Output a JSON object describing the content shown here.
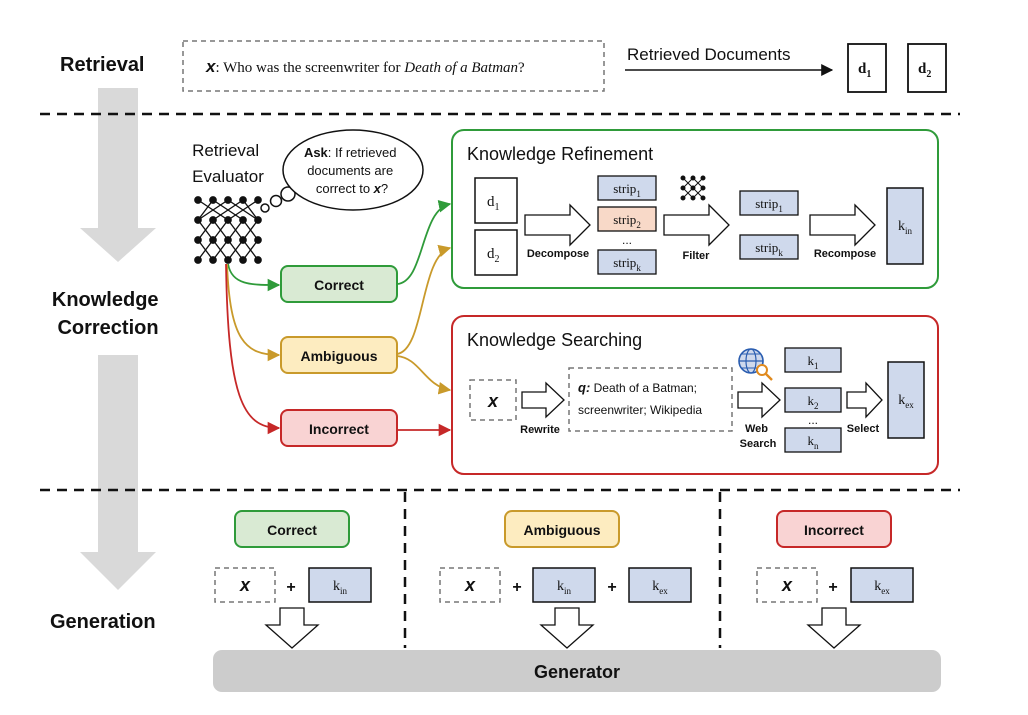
{
  "sections": {
    "retrieval": "Retrieval",
    "knowledge_correction_line1": "Knowledge",
    "knowledge_correction_line2": "Correction",
    "generation": "Generation"
  },
  "query": {
    "var": "x",
    "prefix": ": Who was the screenwriter for ",
    "title": "Death of a Batman",
    "suffix": "?"
  },
  "retrieved_label": "Retrieved Documents",
  "doc_base": "d",
  "doc_subs": [
    "1",
    "2"
  ],
  "evaluator": {
    "line1": "Retrieval",
    "line2": "Evaluator",
    "thought_ask": "Ask",
    "thought_l1": ": If retrieved",
    "thought_l2": "documents are",
    "thought_l3": "correct to ",
    "thought_var": "x",
    "thought_end": "?"
  },
  "judgements": {
    "correct": "Correct",
    "ambiguous": "Ambiguous",
    "incorrect": "Incorrect"
  },
  "refinement": {
    "title": "Knowledge Refinement",
    "strip_base": "strip",
    "strip_subs": [
      "1",
      "2",
      "k"
    ],
    "kept_subs": [
      "1",
      "k"
    ],
    "ellipsis": "...",
    "decompose": "Decompose",
    "filter": "Filter",
    "recompose": "Recompose",
    "k_base": "k",
    "k_sub": "in"
  },
  "searching": {
    "title": "Knowledge Searching",
    "q_label": "q:",
    "q_line1": "Death of a Batman;",
    "q_line2": "screenwriter; Wikipedia",
    "rewrite": "Rewrite",
    "web": "Web",
    "search": "Search",
    "select": "Select",
    "k_subs": [
      "1",
      "2",
      "n"
    ],
    "ellipsis": "...",
    "k_out_sub": "ex"
  },
  "generation": {
    "plus": "+",
    "k_in_sub": "in",
    "k_ex_sub": "ex",
    "generator": "Generator"
  },
  "colors": {
    "correct_fill": "#d9ead3",
    "correct_stroke": "#2f9b3a",
    "ambiguous_fill": "#fdecc0",
    "ambiguous_stroke": "#c99a2b",
    "incorrect_fill": "#f9d3d3",
    "incorrect_stroke": "#c62828",
    "box_fill": "#cfd9ec",
    "strip2_fill": "#f8d9c8",
    "generator_fill": "#cccccc",
    "arrow_gray": "#d9d9d9"
  }
}
